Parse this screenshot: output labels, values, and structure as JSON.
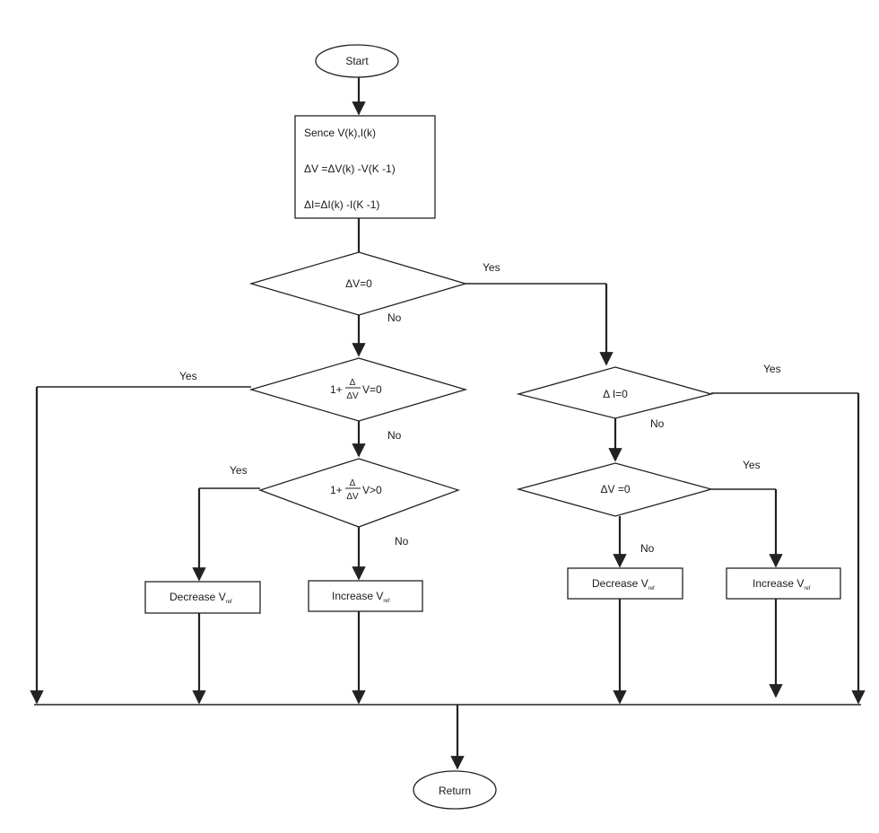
{
  "flowchart": {
    "start": "Start",
    "process": {
      "line1": "Sence   V(k),I(k)",
      "line2": "ΔV =ΔV(k) -V(K  -1)",
      "line3": "ΔI=ΔI(k) -I(K  -1)"
    },
    "decision_dv": "ΔV=0",
    "decision_eq": {
      "prefix": "1+",
      "num": "Δ",
      "den": "ΔV",
      "suffix": "V=0"
    },
    "decision_gt": {
      "prefix": "1+",
      "num": "Δ",
      "den": "ΔV",
      "suffix": "V>0"
    },
    "decision_di": "Δ I=0",
    "decision_dv2": "ΔV   =0",
    "action_decrease_left": {
      "label": "Decrease V",
      "sub": "ref"
    },
    "action_increase_left": {
      "label": "Increase V",
      "sub": "ref"
    },
    "action_decrease_right": {
      "label": "Decrease V",
      "sub": "ref"
    },
    "action_increase_right": {
      "label": "Increase V",
      "sub": "ref"
    },
    "return": "Return",
    "edge_labels": {
      "dv_yes": "Yes",
      "dv_no": "No",
      "eq_yes": "Yes",
      "eq_no": "No",
      "gt_yes": "Yes",
      "gt_no": "No",
      "di_yes": "Yes",
      "di_no": "No",
      "dv2_yes": "Yes",
      "dv2_no": "No"
    }
  }
}
